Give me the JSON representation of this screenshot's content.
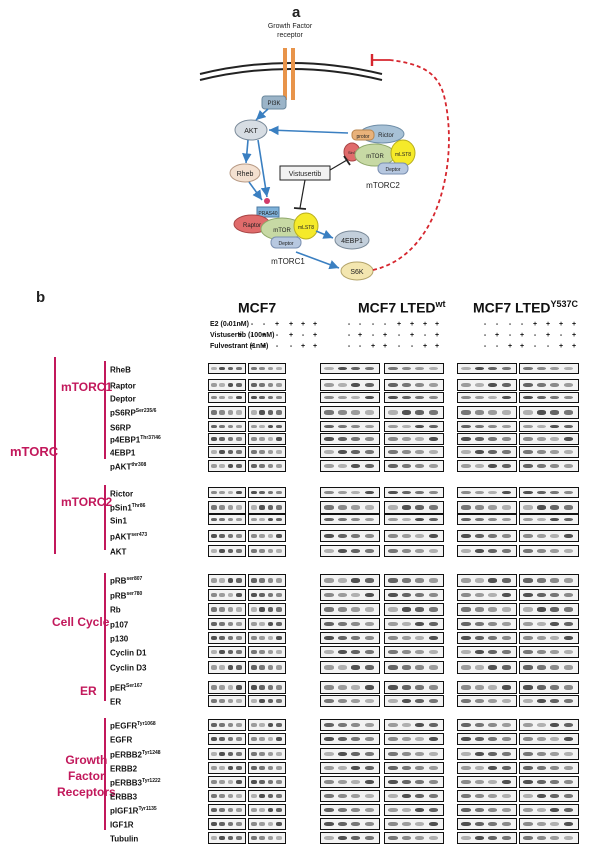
{
  "panel_a": {
    "label": "a",
    "receptor": [
      "Growth Factor",
      "receptor"
    ],
    "nodes": {
      "pi3k": "PI3K",
      "akt": "AKT",
      "rheb": "Rheb",
      "vistusertib": "Vistusertib",
      "rictor": "Rictor",
      "protor": "protor",
      "sin1": "Sin1",
      "mtor": "mTOR",
      "mlst8": "mLST8",
      "deptor": "Deptor",
      "mtorc2": "mTORC2",
      "raptor": "Raptor",
      "pras40": "PRAS40",
      "mtorc1": "mTORC1",
      "eif4ebp1": "4EBP1",
      "s6k": "S6K"
    },
    "colors": {
      "arrow": "#3a7fc1",
      "feedback": "#d6262e",
      "receptor": "#e8944a",
      "membrane": "#222222"
    }
  },
  "panel_b": {
    "label": "b",
    "cell_lines": [
      {
        "name": "MCF7",
        "sup": ""
      },
      {
        "name": "MCF7 LTED",
        "sup": "wt"
      },
      {
        "name": "MCF7 LTED",
        "sup": "Y537C"
      }
    ],
    "conditions": [
      {
        "label": "E2 (0.01nM)",
        "signs": [
          "-",
          "-",
          "-",
          "-",
          "+",
          "+",
          "+",
          "+"
        ]
      },
      {
        "label": "Vistusertib (100nM)",
        "signs": [
          "-",
          "+",
          "-",
          "+",
          "-",
          "+",
          "-",
          "+"
        ]
      },
      {
        "label": "Fulvestrant (1nM)",
        "signs": [
          "-",
          "-",
          "+",
          "+",
          "-",
          "-",
          "+",
          "+"
        ]
      }
    ],
    "groups": [
      {
        "label": "mTORC"
      },
      {
        "label": "mTORC1"
      },
      {
        "label": "mTORC2"
      },
      {
        "label": "Cell Cycle"
      },
      {
        "label": "ER"
      },
      {
        "label": "Growth Factor Receptors",
        "lines": [
          "Growth",
          "Factor",
          "Receptors"
        ]
      }
    ],
    "proteins": [
      {
        "name": "RheB",
        "sup": ""
      },
      {
        "name": "Raptor",
        "sup": ""
      },
      {
        "name": "Deptor",
        "sup": ""
      },
      {
        "name": "pS6RP",
        "sup": "Ser235/6"
      },
      {
        "name": "S6RP",
        "sup": ""
      },
      {
        "name": "p4EBP1",
        "sup": "Thr37/46"
      },
      {
        "name": "4EBP1",
        "sup": ""
      },
      {
        "name": "pAKT",
        "sup": "thr308"
      },
      {
        "name": "Rictor",
        "sup": ""
      },
      {
        "name": "pSin1",
        "sup": "Thr86"
      },
      {
        "name": "Sin1",
        "sup": ""
      },
      {
        "name": "pAKT",
        "sup": "ser473"
      },
      {
        "name": "AKT",
        "sup": ""
      },
      {
        "name": "pRB",
        "sup": "ser807"
      },
      {
        "name": "pRB",
        "sup": "ser780"
      },
      {
        "name": "Rb",
        "sup": ""
      },
      {
        "name": "p107",
        "sup": ""
      },
      {
        "name": "p130",
        "sup": ""
      },
      {
        "name": "Cyclin D1",
        "sup": ""
      },
      {
        "name": "Cyclin D3",
        "sup": ""
      },
      {
        "name": "pER",
        "sup": "Ser167"
      },
      {
        "name": "ER",
        "sup": ""
      },
      {
        "name": "pEGFR",
        "sup": "Tyr1068"
      },
      {
        "name": "EGFR",
        "sup": ""
      },
      {
        "name": "pERBB2",
        "sup": "Tyr1248"
      },
      {
        "name": "ERBB2",
        "sup": ""
      },
      {
        "name": "pERBB3",
        "sup": "Tyr1222"
      },
      {
        "name": "ERBB3",
        "sup": ""
      },
      {
        "name": "pIGF1R",
        "sup": "Tyr1135"
      },
      {
        "name": "IGF1R",
        "sup": ""
      },
      {
        "name": "Tubulin",
        "sup": ""
      }
    ],
    "colors": {
      "group": "#c2185b",
      "blot_border": "#111111",
      "band": "#333333"
    }
  }
}
